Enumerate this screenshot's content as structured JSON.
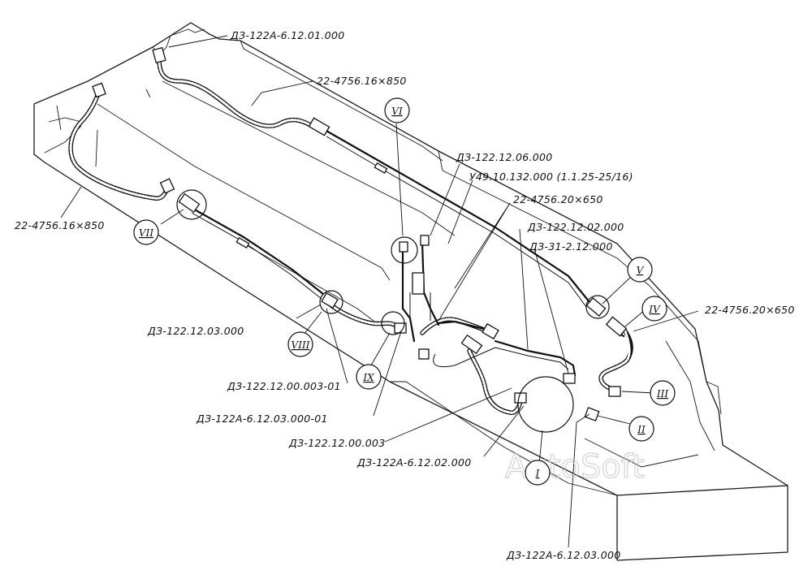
{
  "parts": {
    "p1": "ДЗ-122А-6.12.01.000",
    "p2": "22-4756.16×850",
    "p3": "22-4756.16×850",
    "p4": "ДЗ-122.12.06.000",
    "p5": "У49.10.132.000 (1.1.25-25/16)",
    "p6": "22-4756.20×650",
    "p7": "ДЗ-122.12.02.000",
    "p8": "ДЗ-31-2.12.000",
    "p9": "22-4756.20×650",
    "p10": "ДЗ-122.12.03.000",
    "p11": "ДЗ-122.12.00.003-01",
    "p12": "ДЗ-122А-6.12.03.000-01",
    "p13": "ДЗ-122.12.00.003",
    "p14": "ДЗ-122А-6.12.02.000",
    "p15": "ДЗ-122А-6.12.03.000"
  },
  "views": {
    "v1": "I",
    "v2": "II",
    "v3": "III",
    "v4": "IV",
    "v5": "V",
    "v6": "VI",
    "v7": "VII",
    "v8": "VIII",
    "v9": "IX"
  },
  "watermark": "AutoSoft"
}
